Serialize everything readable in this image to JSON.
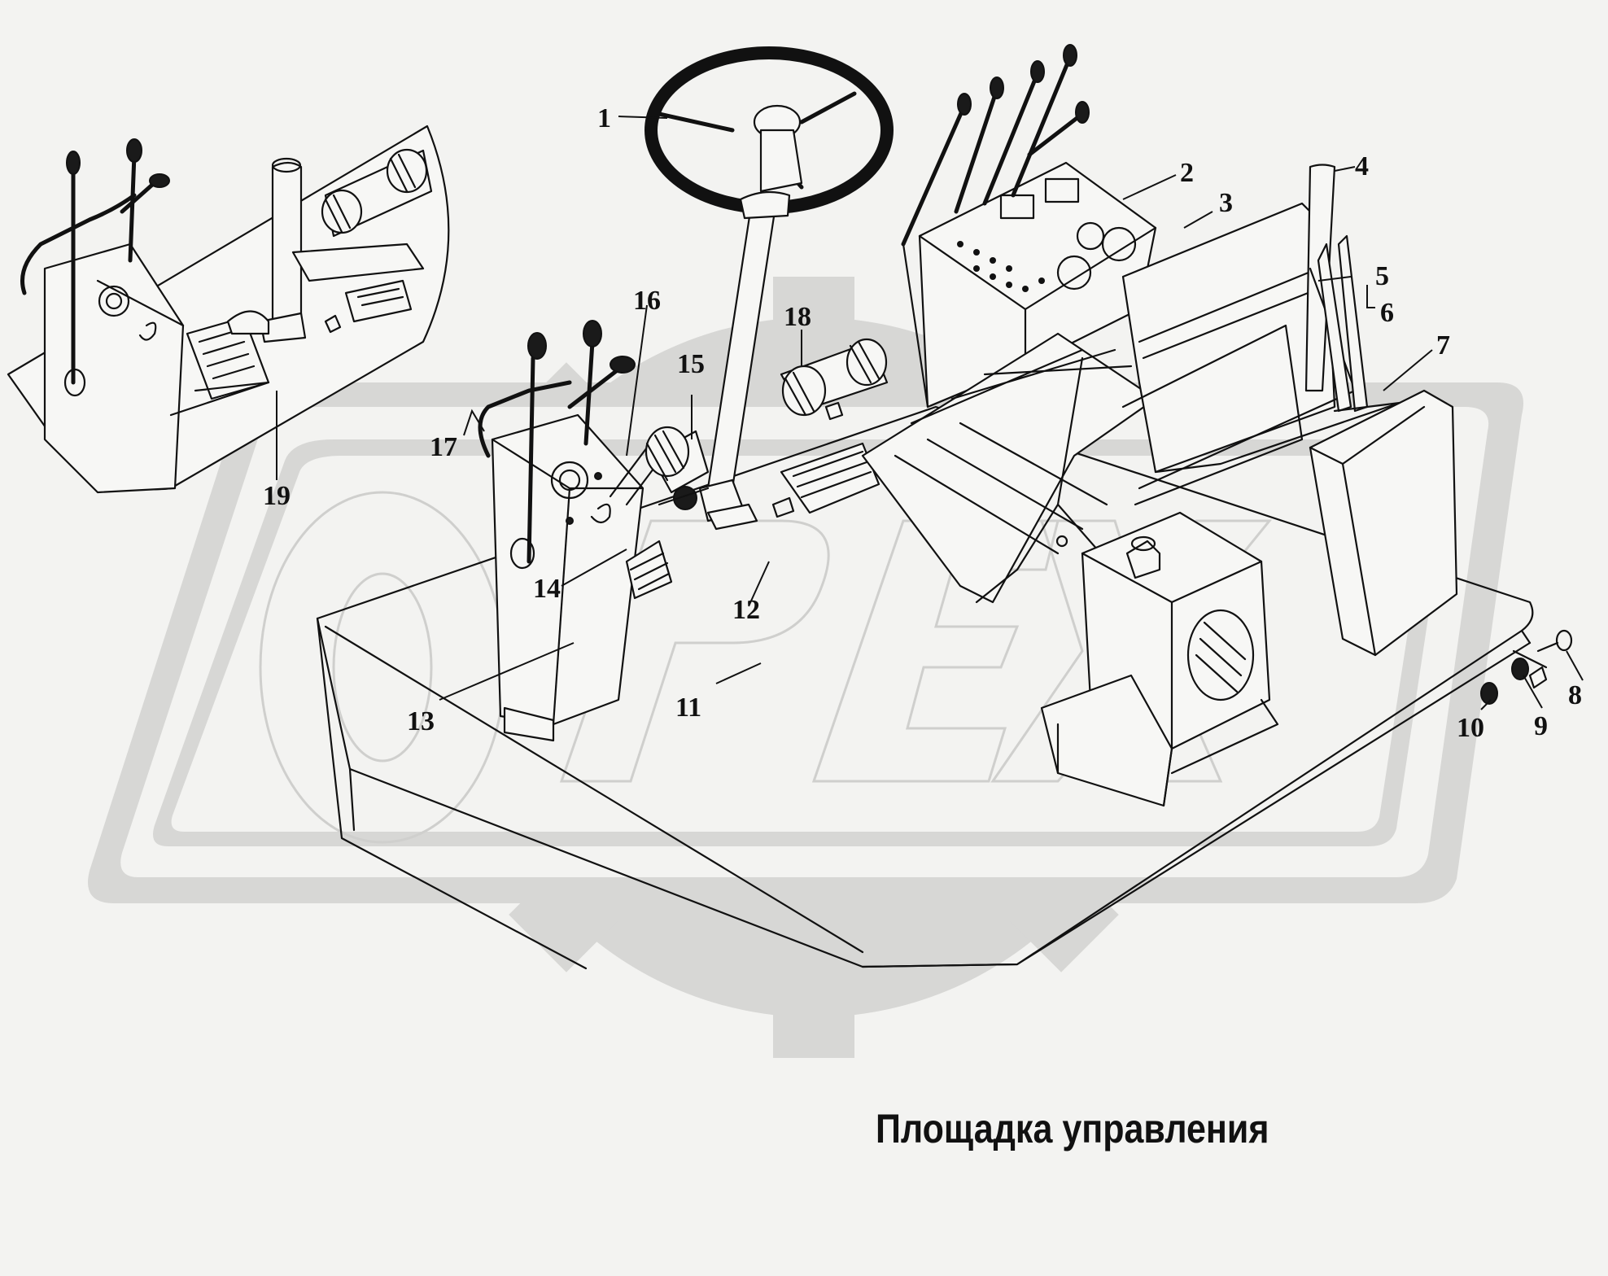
{
  "caption": "Площадка управления",
  "watermark": "OPEX",
  "colors": {
    "background": "#f3f3f1",
    "watermark": "#d7d7d5",
    "ink": "#111111"
  },
  "callouts": [
    "1",
    "2",
    "3",
    "4",
    "5",
    "6",
    "7",
    "8",
    "9",
    "10",
    "11",
    "12",
    "13",
    "14",
    "15",
    "16",
    "17",
    "18",
    "19"
  ]
}
